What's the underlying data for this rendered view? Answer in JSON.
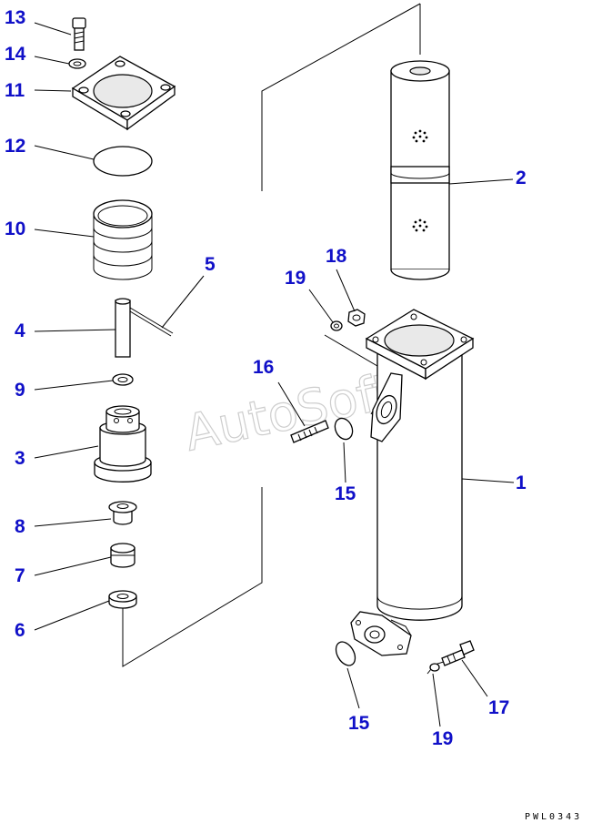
{
  "diagram": {
    "watermark": "AutoSoft",
    "drawing_code": "PWL0343",
    "callouts": [
      "13",
      "14",
      "11",
      "12",
      "10",
      "5",
      "4",
      "9",
      "3",
      "8",
      "7",
      "6",
      "2",
      "18",
      "19",
      "16",
      "15",
      "1",
      "15",
      "17",
      "19"
    ]
  }
}
